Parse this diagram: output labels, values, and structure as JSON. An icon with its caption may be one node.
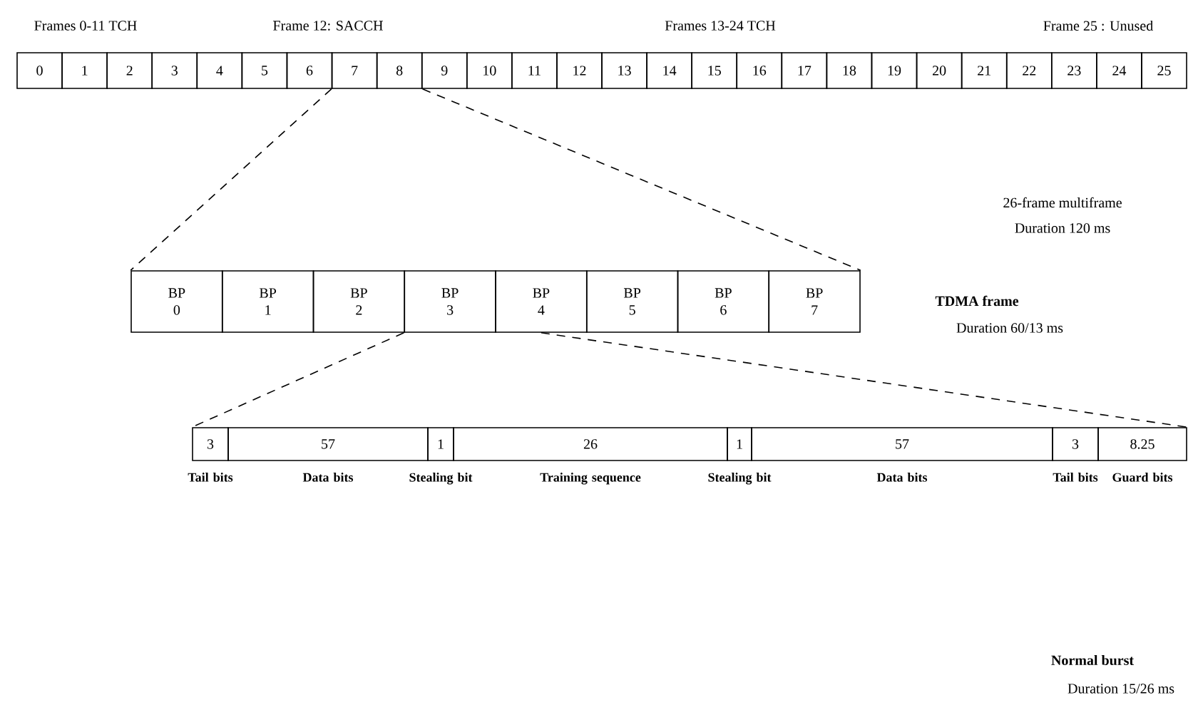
{
  "diagram": {
    "nodes": [
      {
        "text": [
          "0"
        ]
      },
      {
        "text": [
          "1"
        ]
      },
      {
        "text": [
          "2"
        ]
      },
      {
        "text": [
          "3"
        ]
      },
      {
        "text": [
          "4"
        ]
      },
      {
        "text": [
          "5"
        ]
      },
      {
        "text": [
          "6"
        ]
      },
      {
        "text": [
          "7"
        ]
      },
      {
        "text": [
          "8"
        ]
      },
      {
        "text": [
          "9"
        ]
      },
      {
        "text": [
          "10"
        ]
      },
      {
        "text": [
          "11"
        ]
      },
      {
        "text": [
          "12"
        ]
      },
      {
        "text": [
          "13"
        ]
      },
      {
        "text": [
          "14"
        ]
      },
      {
        "text": [
          "15"
        ]
      },
      {
        "text": [
          "16"
        ]
      },
      {
        "text": [
          "17"
        ]
      },
      {
        "text": [
          "18"
        ]
      },
      {
        "text": [
          "19"
        ]
      },
      {
        "text": [
          "20"
        ]
      },
      {
        "text": [
          "21"
        ]
      },
      {
        "text": [
          "22"
        ]
      },
      {
        "text": [
          "23"
        ]
      },
      {
        "text": [
          "24"
        ]
      },
      {
        "text": [
          "25"
        ]
      },
      {
        "text": [
          "BP 0"
        ]
      },
      {
        "text": [
          "BP 1"
        ]
      },
      {
        "text": [
          "BP 2"
        ]
      },
      {
        "text": [
          "BP 3"
        ]
      },
      {
        "text": [
          "BP 4"
        ]
      },
      {
        "text": [
          "BP 5"
        ]
      },
      {
        "text": [
          "BP 6"
        ]
      },
      {
        "text": [
          "BP 7"
        ]
      },
      {
        "text": [
          "3"
        ],
        "beside": [
          "Tail bits"
        ]
      },
      {
        "text": [
          "57"
        ],
        "beside": [
          "Data bits"
        ]
      },
      {
        "text": [
          "1"
        ],
        "beside": [
          "Stealing bit"
        ]
      },
      {
        "text": [
          "26"
        ],
        "beside": [
          "Training sequence"
        ]
      },
      {
        "text": [
          "1"
        ],
        "beside": [
          "Stealing bit"
        ]
      },
      {
        "text": [
          "57"
        ],
        "beside": [
          "Data bits"
        ]
      },
      {
        "text": [
          "3"
        ],
        "beside": [
          "Tail bits"
        ]
      },
      {
        "text": [
          "8.25"
        ],
        "beside": [
          "Guard bits"
        ]
      }
    ],
    "edges": [
      {
        "from": 7,
        "to": 26,
        "arrow": "none",
        "style": "dashed"
      },
      {
        "from": 8,
        "to": 33,
        "arrow": "none",
        "style": "dashed"
      },
      {
        "from": 29,
        "to": 34,
        "arrow": "none",
        "style": "dashed"
      },
      {
        "from": 30,
        "to": 41,
        "arrow": "none",
        "style": "dashed"
      }
    ],
    "labels": [
      "Frames 0-11 TCH",
      "Frame 12: SACCH",
      "Frames 13-24 TCH",
      "Frame 25 : Unused",
      "26-frame multiframe",
      "Duration 120 ms",
      "TDMA frame",
      "Duration 60/13 ms",
      "Normal burst",
      "Duration 15/26 ms"
    ]
  }
}
